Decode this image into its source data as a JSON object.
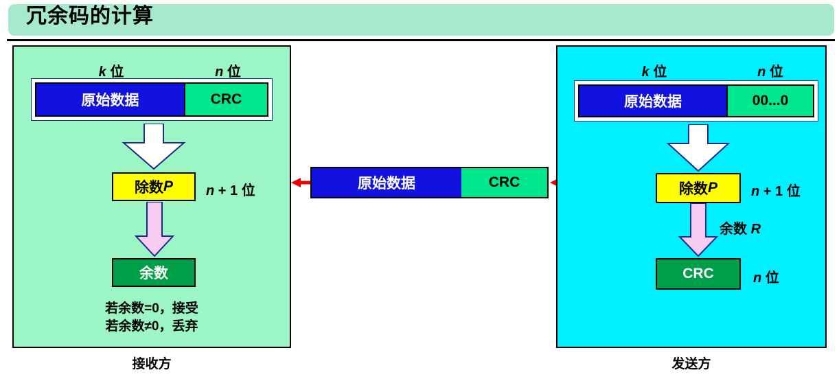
{
  "title": "冗余码的计算",
  "colors": {
    "banner": "#a6e9cd",
    "receiver_panel": "#9cf5c4",
    "sender_panel": "#00f0ff",
    "data_blue": "#1111e0",
    "crc_green": "#00e68c",
    "divisor_yellow": "#ffff00",
    "remainder_green": "#00a04b",
    "arrow_pink": "#f7ccf3",
    "arrow_outline": "#1f2a8a",
    "link_arrow_red": "#ee0000"
  },
  "receiver": {
    "caption": "接收方",
    "k_label": "k 位",
    "k_label_italic": "k",
    "k_label_rest": " 位",
    "n_label": "n 位",
    "n_label_italic": "n",
    "n_label_rest": " 位",
    "word": {
      "data_label": "原始数据",
      "crc_label": "CRC"
    },
    "divisor_box": "除数 P",
    "divisor_box_text": "除数 ",
    "divisor_box_symbol": "P",
    "divisor_side_label": "n + 1 位",
    "divisor_side_italic": "n",
    "divisor_side_rest": " + 1 位",
    "result_box": "余数",
    "note_line1": "若余数=0，接受",
    "note_line2": "若余数≠0，丢弃",
    "note": "若余数=0，接受\n若余数≠0，丢弃"
  },
  "sender": {
    "caption": "发送方",
    "k_label_italic": "k",
    "k_label_rest": " 位",
    "n_label_italic": "n",
    "n_label_rest": " 位",
    "word": {
      "data_label": "原始数据",
      "zeros_label": "00...0"
    },
    "divisor_box_text": "除数 ",
    "divisor_box_symbol": "P",
    "divisor_side_italic": "n",
    "divisor_side_rest": " + 1 位",
    "remainder_arrow_label_text": "余数 ",
    "remainder_arrow_label_symbol": "R",
    "crc_box": "CRC",
    "crc_side_italic": "n",
    "crc_side_rest": " 位"
  },
  "transmission": {
    "data_label": "原始数据",
    "crc_label": "CRC"
  }
}
